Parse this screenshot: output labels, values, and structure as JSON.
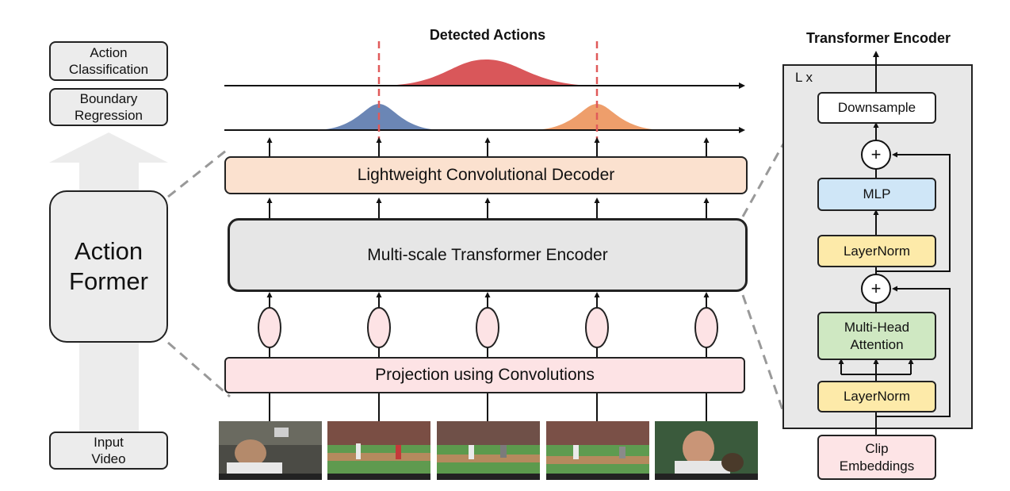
{
  "left_panel": {
    "action_classification": "Action\nClassification",
    "boundary_regression": "Boundary\nRegression",
    "action_former": "Action\nFormer",
    "input_video": "Input\nVideo"
  },
  "main": {
    "detected_actions_title": "Detected Actions",
    "decoder_label": "Lightweight Convolutional Decoder",
    "encoder_label": "Multi-scale Transformer Encoder",
    "projection_label": "Projection using Convolutions"
  },
  "encoder_detail": {
    "title": "Transformer Encoder",
    "repeat_label": "L x",
    "downsample": "Downsample",
    "plus_symbol": "+",
    "mlp": "MLP",
    "layernorm_top": "LayerNorm",
    "attention": "Multi-Head\nAttention",
    "layernorm_bottom": "LayerNorm",
    "clip_embeddings": "Clip\nEmbeddings"
  },
  "colors": {
    "decoder_fill": "#fbe1cf",
    "encoder_fill": "#e6e6e6",
    "projection_fill": "#fde3e5",
    "token_fill": "#fde3e5",
    "peak_red": "#d9575a",
    "peak_blue": "#6b86b5",
    "peak_orange": "#ee9e6b",
    "dashed_red": "#e05a5a",
    "mlp_fill": "#cfe6f7",
    "layernorm_fill": "#fdeaa9",
    "attention_fill": "#cfe8c2",
    "clip_fill": "#fde4e6"
  }
}
